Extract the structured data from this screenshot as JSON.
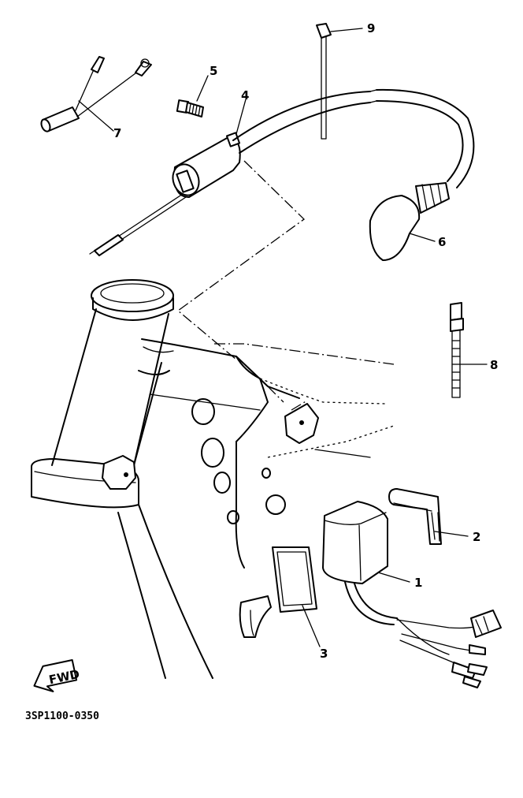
{
  "diagram": {
    "drawing_code": "3SP1100-0350",
    "direction_badge": "FWD",
    "callouts": [
      {
        "id": "1",
        "label": "1"
      },
      {
        "id": "2",
        "label": "2"
      },
      {
        "id": "3",
        "label": "3"
      },
      {
        "id": "4",
        "label": "4"
      },
      {
        "id": "5",
        "label": "5"
      },
      {
        "id": "6",
        "label": "6"
      },
      {
        "id": "7",
        "label": "7"
      },
      {
        "id": "8",
        "label": "8"
      },
      {
        "id": "9",
        "label": "9"
      }
    ]
  }
}
